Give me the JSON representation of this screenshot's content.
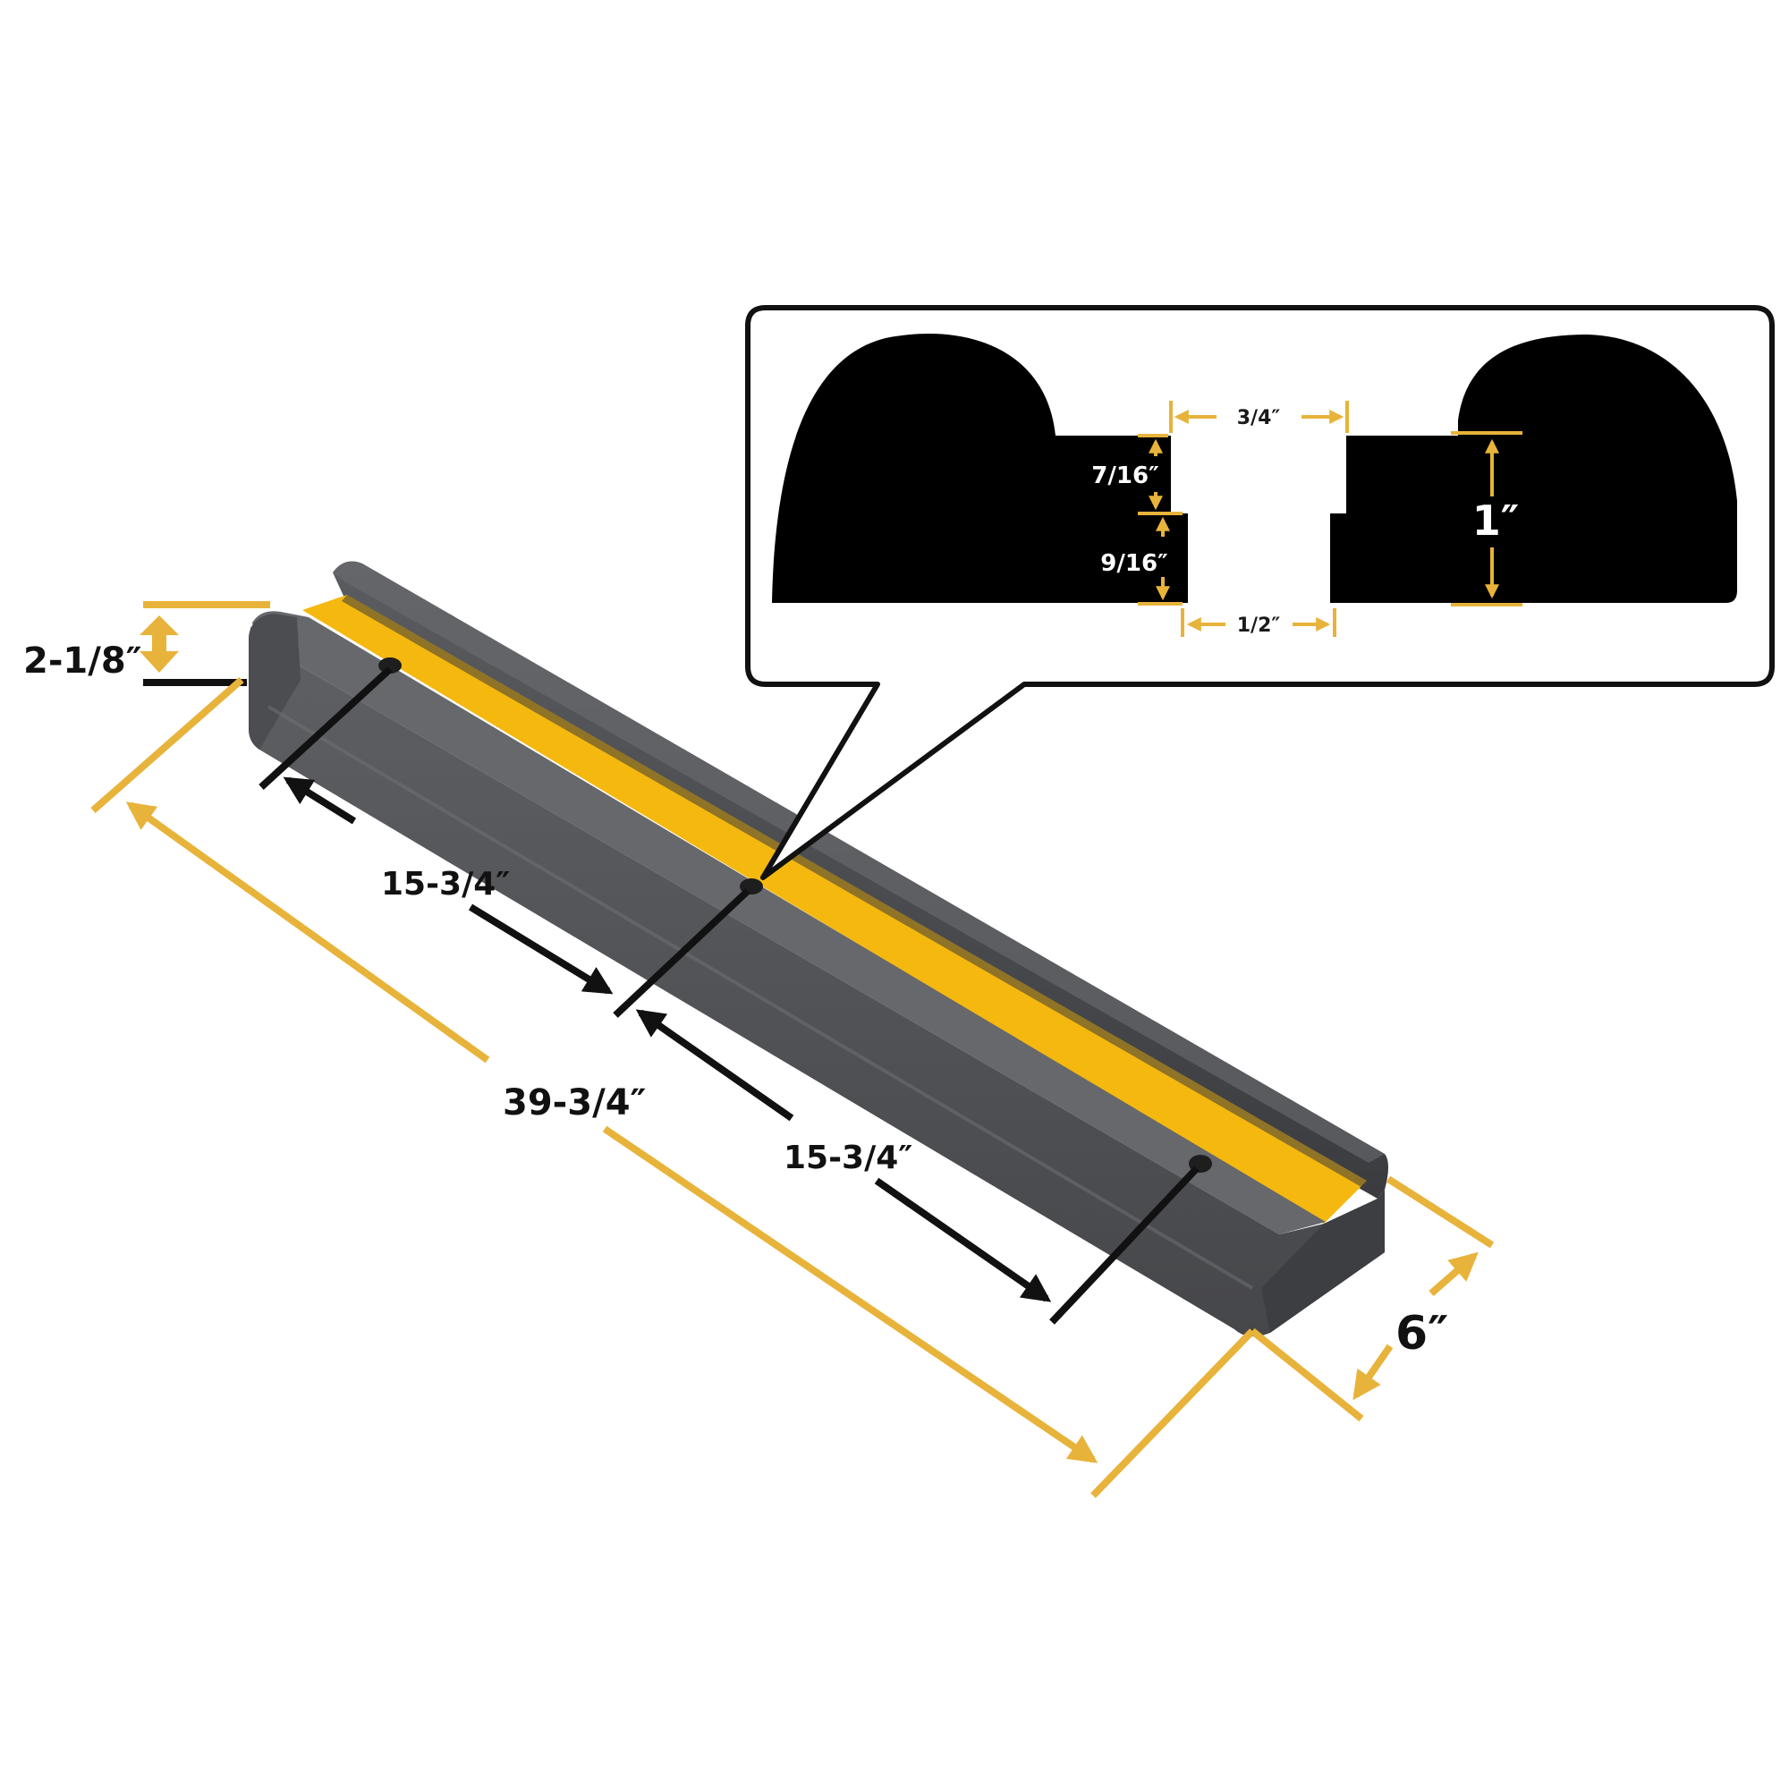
{
  "product": {
    "name": "rubber-bumper-with-yellow-strip",
    "colors": {
      "rubber": "#55575a",
      "rubber_dark": "#3c3d40",
      "rubber_light": "#6a6c70",
      "strip": "#f5b80f",
      "dimension_line": "#e8b33a",
      "arrow": "#111111",
      "profile": "#000000"
    },
    "holes": 3
  },
  "dimensions": {
    "height": "2-1/8″",
    "overall_length": "39-3/4″",
    "hole_spacing_1": "15-3/4″",
    "hole_spacing_2": "15-3/4″",
    "width": "6″"
  },
  "cross_section": {
    "top_slot_width": "3/4″",
    "bottom_slot_width": "1/2″",
    "upper_depth": "7/16″",
    "lower_depth": "9/16″",
    "base_height": "1″"
  }
}
